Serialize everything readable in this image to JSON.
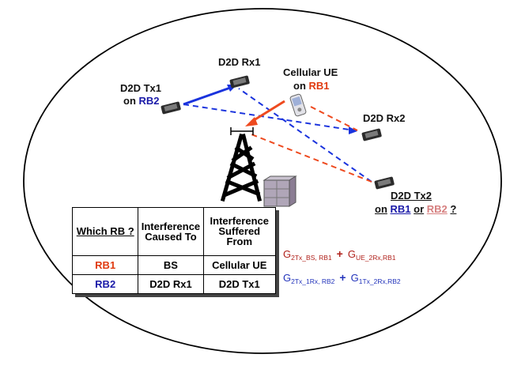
{
  "labels": {
    "d2d_tx1": "D2D Tx1",
    "on_rb2_prefix": "on",
    "rb2": "RB2",
    "d2d_rx1": "D2D Rx1",
    "cellular_ue": "Cellular UE",
    "on_rb1_prefix": "on",
    "rb1": "RB1",
    "d2d_rx2": "D2D Rx2",
    "d2d_tx2": "D2D Tx2",
    "tx2_on": "on",
    "tx2_rb1": "RB1",
    "tx2_or": "or",
    "tx2_rb2": "RB2",
    "tx2_q": "?"
  },
  "table": {
    "headers": [
      "Which RB ?",
      "Interference Caused To",
      "Interference Suffered From"
    ],
    "rows": [
      {
        "rb": "RB1",
        "caused_to": "BS",
        "suffered_from": "Cellular UE"
      },
      {
        "rb": "RB2",
        "caused_to": "D2D Rx1",
        "suffered_from": "D2D Tx1"
      }
    ]
  },
  "formulas": {
    "rb1": {
      "t1": "G",
      "s1": "2Tx_BS, RB1",
      "plus": "+",
      "t2": "G",
      "s2": "UE_2Rx,RB1"
    },
    "rb2": {
      "t1": "G",
      "s1": "2Tx_1Rx, RB2",
      "plus": "+",
      "t2": "G",
      "s2": "1Tx_2Rx,RB2"
    }
  },
  "colors": {
    "blue_link": "#1a33dd",
    "red_link": "#ee4a1f",
    "rb1_text": "#e03a10",
    "rb2_text": "#1a1aa8"
  }
}
